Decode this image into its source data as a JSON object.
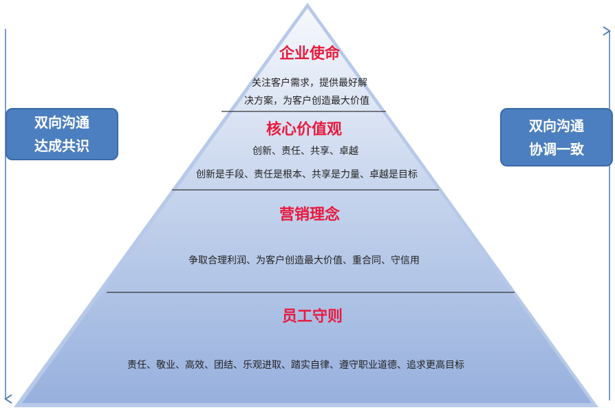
{
  "tiers": [
    {
      "title": "企业使命",
      "lines": [
        "关注客户需求，提供最好解",
        "决方案，为客户创造最大价值"
      ]
    },
    {
      "title": "核心价值观",
      "lines": [
        "创新、责任、共享、卓越",
        "创新是手段、责任是根本、共享是力量、卓越是目标"
      ]
    },
    {
      "title": "营销理念",
      "lines": [
        "争取合理利润、为客户创造最大价值、重合同、守信用"
      ]
    },
    {
      "title": "员工守则",
      "lines": [
        "责任、敬业、高效、团结、乐观进取、踏实自律、遵守职业道德、追求更高目标"
      ]
    }
  ],
  "left_box": {
    "lines": [
      "双向沟通",
      "达成共识"
    ]
  },
  "right_box": {
    "lines": [
      "双向沟通",
      "协调一致"
    ]
  },
  "colors": {
    "title": "#e8193c",
    "box": "#4c7fbf",
    "pyramid_top": "#f4f6fb",
    "pyramid_bottom": "#9db4df",
    "arrow": "#4a78b8"
  }
}
